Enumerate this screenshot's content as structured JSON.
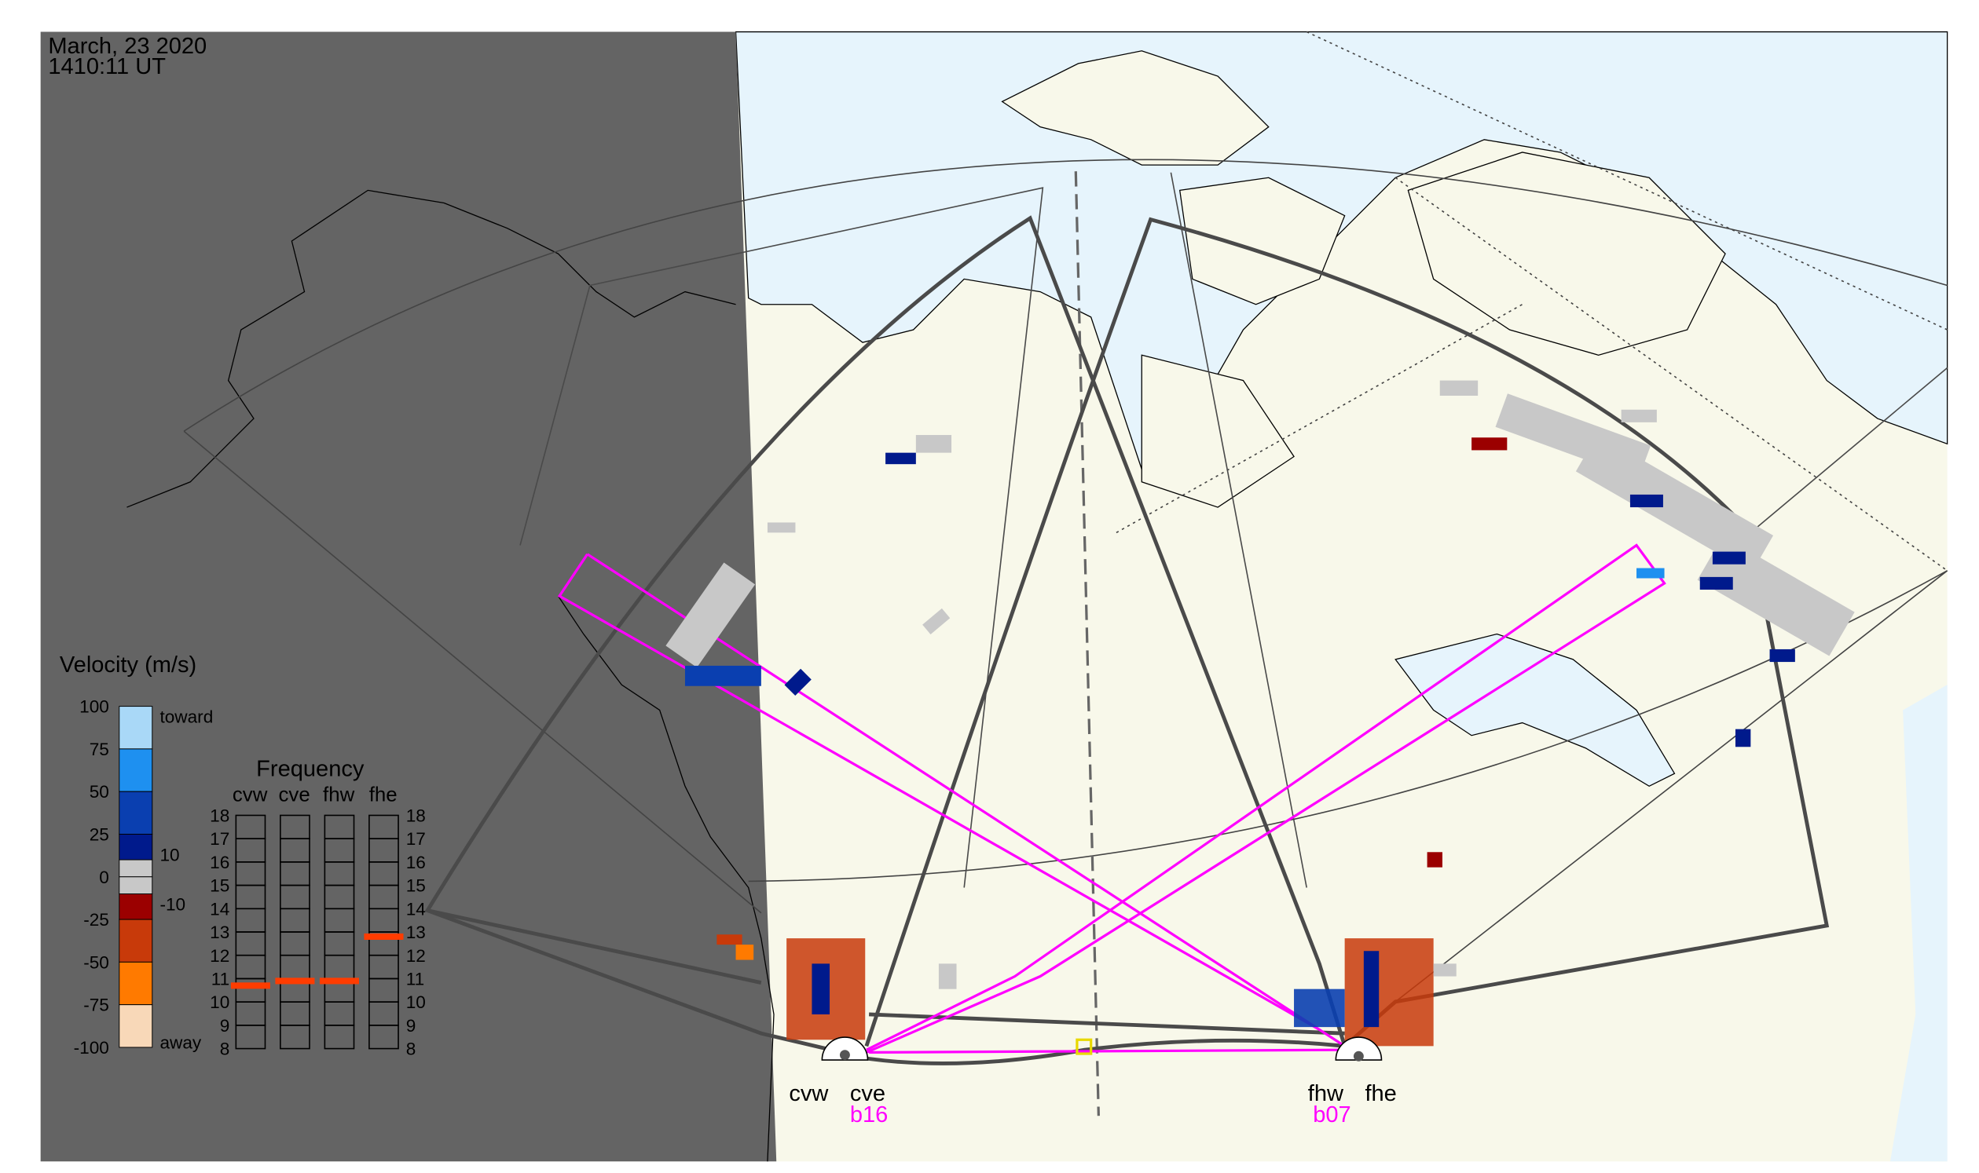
{
  "header": {
    "date": "March, 23 2020",
    "time": "1410:11 UT"
  },
  "velocity_legend": {
    "title": "Velocity (m/s)",
    "ticks": [
      "100",
      "75",
      "50",
      "25",
      "0",
      "-25",
      "-50",
      "-75",
      "-100"
    ],
    "toward_label": "toward",
    "away_label": "away",
    "grey_upper": "10",
    "grey_lower": "-10",
    "colors": [
      "#a9d8f7",
      "#1e90f0",
      "#0a3fb0",
      "#001a8c",
      "#c8c8c8",
      "#c8c8c8",
      "#9b0000",
      "#c83a0a",
      "#ff7a00",
      "#f8d8b8"
    ]
  },
  "frequency_panel": {
    "title": "Frequency",
    "radars": [
      "cvw",
      "cve",
      "fhw",
      "fhe"
    ],
    "ticks": [
      "18",
      "17",
      "16",
      "15",
      "14",
      "13",
      "12",
      "11",
      "10",
      "9",
      "8"
    ],
    "frequencies_mhz": [
      10.7,
      10.9,
      10.9,
      12.8
    ],
    "marker_color": "#ff3c00"
  },
  "radar_sites": {
    "cv": {
      "west": "cvw",
      "east": "cve",
      "beam": "b16"
    },
    "fh": {
      "west": "fhw",
      "east": "fhe",
      "beam": "b07"
    }
  },
  "colors": {
    "night": "#646464",
    "land": "#f8f8ea",
    "ocean": "#e6f4fc",
    "beam": "#ff00ff",
    "fov": "#4a4a4a"
  }
}
